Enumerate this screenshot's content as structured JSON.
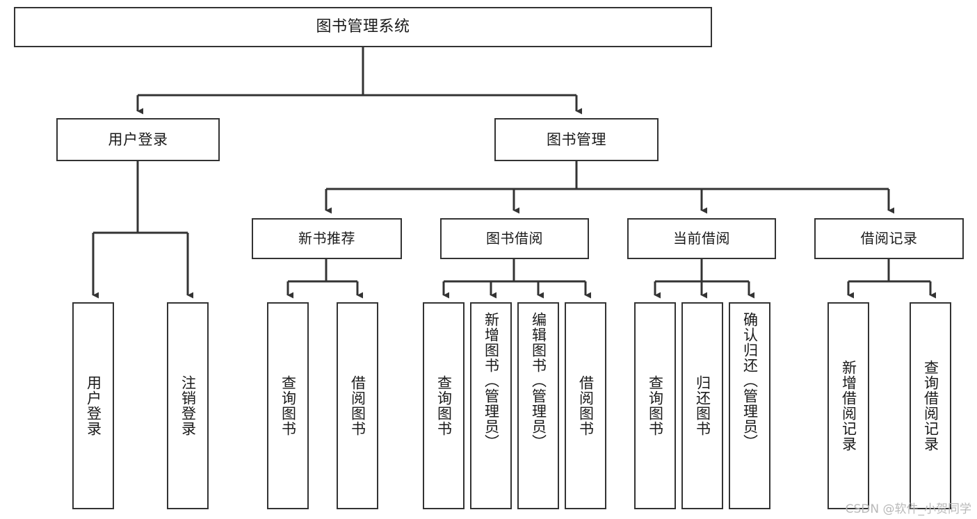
{
  "diagram": {
    "type": "tree-structure-chart",
    "title": "图书管理系统",
    "watermark": "CSDN @软件_小贺同学",
    "colors": {
      "border": "#333333",
      "background": "#ffffff",
      "text": "#1a1a1a",
      "watermark": "#b9b9b9"
    },
    "root": {
      "label": "图书管理系统"
    },
    "branches": [
      {
        "label": "用户登录"
      },
      {
        "label": "图书管理"
      }
    ],
    "subbranches": [
      {
        "label": "新书推荐"
      },
      {
        "label": "图书借阅"
      },
      {
        "label": "当前借阅"
      },
      {
        "label": "借阅记录"
      }
    ],
    "leaves": [
      {
        "label": "用户登录",
        "parent": "用户登录"
      },
      {
        "label": "注销登录",
        "parent": "用户登录"
      },
      {
        "label": "查询图书",
        "parent": "新书推荐"
      },
      {
        "label": "借阅图书",
        "parent": "新书推荐"
      },
      {
        "label": "查询图书",
        "parent": "图书借阅"
      },
      {
        "label": "新增图书（管理员）",
        "parent": "图书借阅"
      },
      {
        "label": "编辑图书（管理员）",
        "parent": "图书借阅"
      },
      {
        "label": "借阅图书",
        "parent": "图书借阅"
      },
      {
        "label": "查询图书",
        "parent": "当前借阅"
      },
      {
        "label": "归还图书",
        "parent": "当前借阅"
      },
      {
        "label": "确认归还（管理员）",
        "parent": "当前借阅"
      },
      {
        "label": "新增借阅记录",
        "parent": "借阅记录"
      },
      {
        "label": "查询借阅记录",
        "parent": "借阅记录"
      }
    ]
  }
}
